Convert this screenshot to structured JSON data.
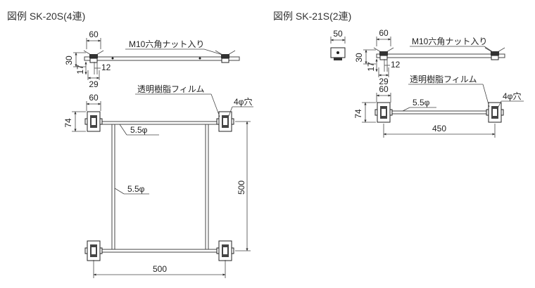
{
  "figures": [
    {
      "title": "図例 SK-20S(4連)",
      "labels": {
        "nut": "M10六角ナット入り",
        "film": "透明樹脂フィルム",
        "hole": "4φ穴",
        "rod_h": "5.5φ",
        "rod_v": "5.5φ"
      },
      "dims": {
        "w60_top": "60",
        "h30": "30",
        "h17": "17",
        "d12": "12",
        "d29": "29",
        "w60_plan": "60",
        "h74": "74",
        "h500": "500",
        "w500": "500"
      }
    },
    {
      "title": "図例 SK-21S(2連)",
      "labels": {
        "nut": "M10六角ナット入り",
        "film": "透明樹脂フィルム",
        "hole": "4φ穴",
        "rod_h": "5.5φ"
      },
      "dims": {
        "w50": "50",
        "w60_top": "60",
        "h30": "30",
        "h17": "17",
        "d12": "12",
        "d29": "29",
        "w60_plan": "60",
        "h74": "74",
        "w450": "450"
      }
    }
  ],
  "colors": {
    "line": "#333333",
    "text": "#222222",
    "background": "#ffffff"
  }
}
